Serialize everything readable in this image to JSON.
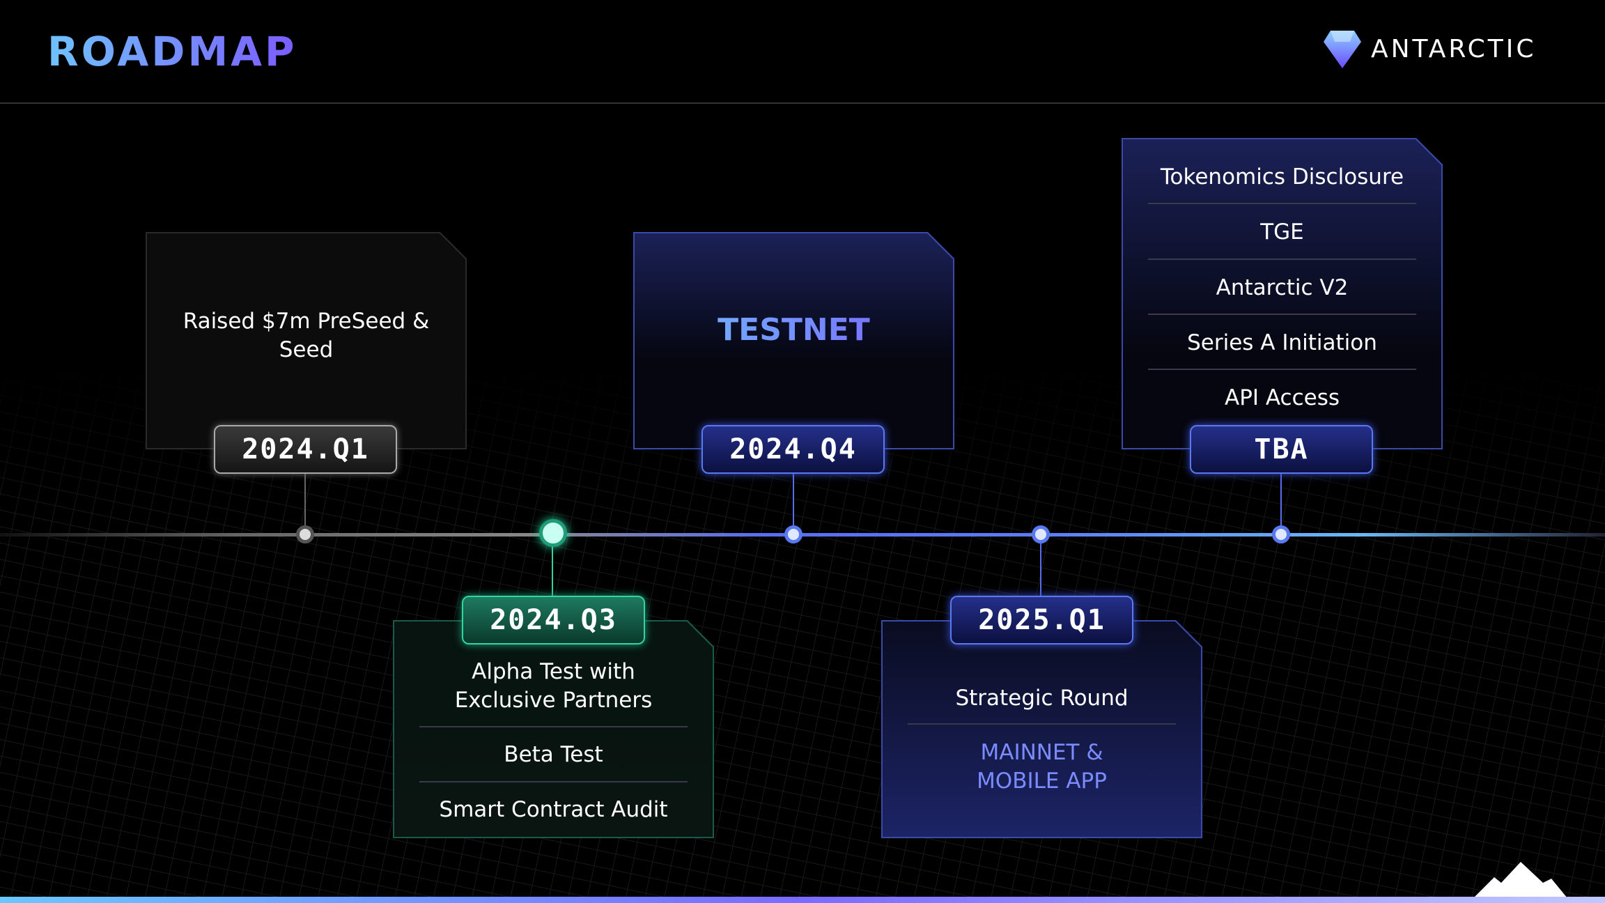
{
  "header": {
    "title": "ROADMAP",
    "brand": "ANTARCTIC",
    "logo_icon": "diamond-logo-icon"
  },
  "milestones": [
    {
      "date": "2024.Q1",
      "items": [
        "Raised $7m PreSeed & Seed"
      ],
      "color": "#9a9a9a"
    },
    {
      "date": "2024.Q3",
      "items": [
        "Alpha Test with Exclusive Partners",
        "Beta Test",
        "Smart Contract Audit"
      ],
      "color": "#2fd6a0"
    },
    {
      "date": "2024.Q4",
      "items": [
        "TESTNET"
      ],
      "color": "#5a6cf0"
    },
    {
      "date": "2025.Q1",
      "items": [
        "Strategic Round",
        "MAINNET & MOBILE APP"
      ],
      "color": "#5a6cf0"
    },
    {
      "date": "TBA",
      "items": [
        "Tokenomics Disclosure",
        "TGE",
        "Antarctic V2",
        "Series A Initiation",
        "API Access"
      ],
      "color": "#5a6cf0"
    }
  ]
}
